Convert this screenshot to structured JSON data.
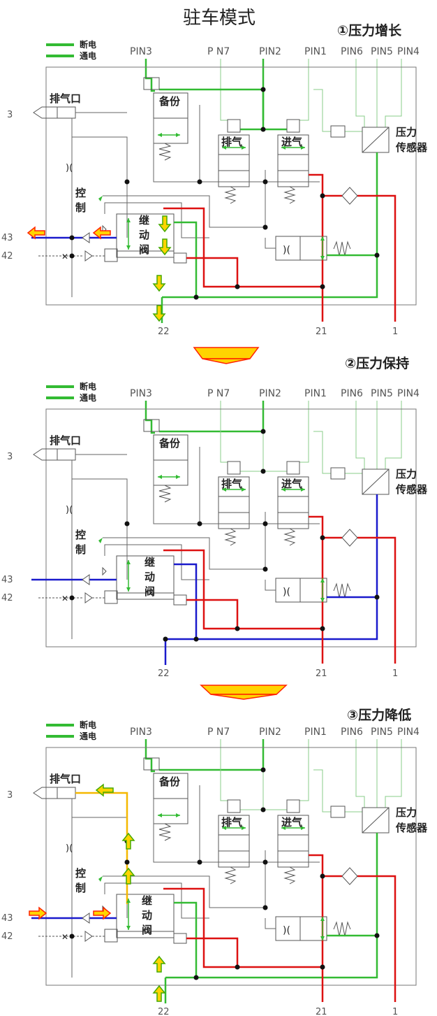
{
  "title": "驻车模式",
  "legend": {
    "power_off": "断电",
    "power_on": "通电"
  },
  "pins": [
    "PIN3",
    "P N7",
    "PIN2",
    "PIN1",
    "PIN6",
    "PIN5",
    "PIN4"
  ],
  "labels": {
    "exhaust_port": "排气口",
    "backup": "备份",
    "exhaust": "排气",
    "intake": "进气",
    "pressure": "压力",
    "sensor": "传感器",
    "control_1": "控",
    "control_2": "制",
    "relay_1": "继",
    "relay_2": "动",
    "relay_3": "阀"
  },
  "ports": {
    "p3": "3",
    "p43": "43",
    "p42": "42",
    "p22": "22",
    "p21": "21",
    "p1": "1"
  },
  "phases": [
    "①压力增长",
    "②压力保持",
    "③压力降低"
  ],
  "colors": {
    "green": "#33bb33",
    "thin_green": "#88cc88",
    "red": "#dd1111",
    "blue": "#1a1acc",
    "orange": "#f5b800",
    "gray": "#555555",
    "arrow_yellow": "#ffd400",
    "arrow_red": "#ff2200",
    "arrow_green": "#44aa00"
  }
}
